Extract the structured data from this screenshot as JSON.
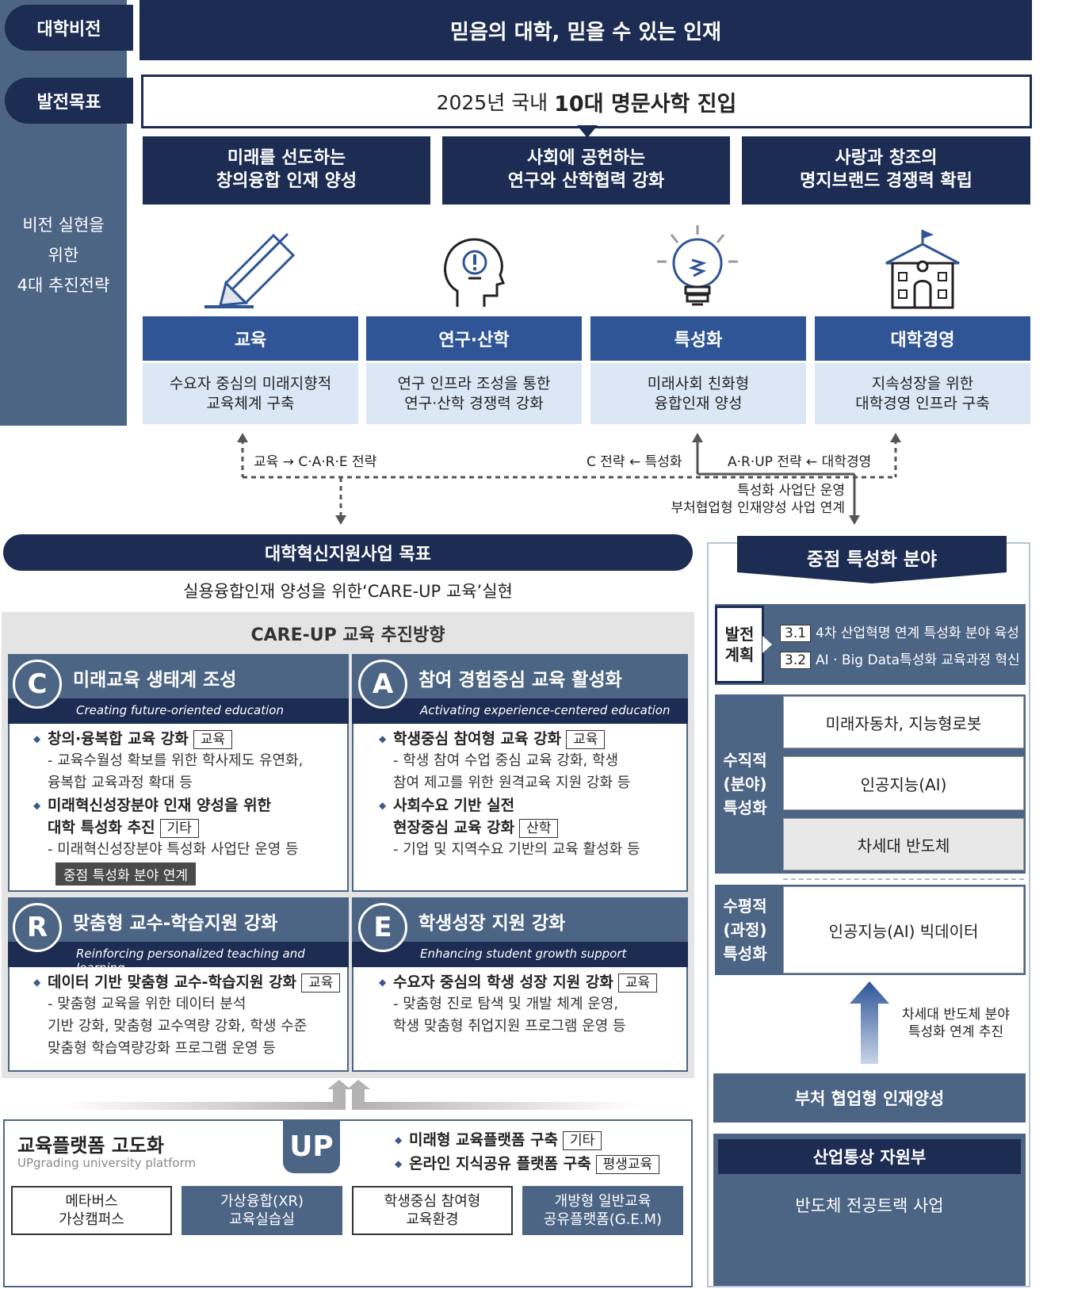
{
  "left_column": {
    "vision_label": "대학비전",
    "goal_label": "발전목표",
    "strategy_label": "비전 실현을\n위한\n4대 추진전략"
  },
  "vision": "믿음의 대학, 믿을 수 있는 인재",
  "goal": {
    "prefix": "2025년 국내 ",
    "emphasis": "10대 명문사학 진입"
  },
  "goal_pillars": [
    "미래를 선도하는\n창의융합 인재 양성",
    "사회에 공헌하는\n연구와 산학협력 강화",
    "사랑과 창조의\n명지브랜드 경쟁력 확립"
  ],
  "strategies": [
    {
      "icon": "pencil-icon",
      "title": "교육",
      "desc": "수요자 중심의 미래지향적\n교육체계 구축"
    },
    {
      "icon": "head-idea-icon",
      "title": "연구·산학",
      "desc": "연구 인프라 조성을 통한\n연구·산학 경쟁력 강화"
    },
    {
      "icon": "lightbulb-icon",
      "title": "특성화",
      "desc": "미래사회 친화형\n융합인재 양성"
    },
    {
      "icon": "university-building-icon",
      "title": "대학경영",
      "desc": "지속성장을 위한\n대학경영 인프라 구축"
    }
  ],
  "connectors": {
    "edu_to_care": "교육 → C·A·R·E 전략",
    "c_from_special": "C 전략 ← 특성화",
    "arup_from_mgmt": "A·R·UP 전략 ← 대학경영",
    "special_note": "특성화 사업단 운영\n부처협업형 인재양성 사업 연계"
  },
  "innovation": {
    "title": "대학혁신지원사업 목표",
    "subtitle": "실용융합인재 양성을 위한‘CARE-UP 교육’실현",
    "direction_title": "CARE-UP 교육 추진방향",
    "quadrants": [
      {
        "letter": "C",
        "title": "미래교육 생태계 조성",
        "en": "Creating future-oriented education",
        "items": [
          {
            "head": "창의·융복합 교육 강화",
            "tag": "교육",
            "sub": "- 교육수월성 확보를 위한 학사제도 유연화,\n  융복합 교육과정 확대 등"
          },
          {
            "head": "미래혁신성장분야 인재 양성을 위한\n대학 특성화 추진",
            "tag": "기타",
            "sub": "- 미래혁신성장분야 특성화 사업단 운영 등"
          }
        ],
        "dark_tag": "중점 특성화 분야 연계"
      },
      {
        "letter": "A",
        "title": "참여 경험중심 교육 활성화",
        "en": "Activating experience-centered education",
        "items": [
          {
            "head": "학생중심 참여형 교육 강화",
            "tag": "교육",
            "sub": "- 학생 참여 수업 중심 교육 강화, 학생\n  참여 제고를 위한 원격교육 지원 강화 등"
          },
          {
            "head": "사회수요 기반 실전\n현장중심 교육 강화",
            "tag": "산학",
            "sub": "- 기업 및 지역수요 기반의 교육 활성화 등"
          }
        ]
      },
      {
        "letter": "R",
        "title": "맞춤형 교수-학습지원 강화",
        "en": "Reinforcing personalized teaching and learning",
        "items": [
          {
            "head": "데이터 기반 맞춤형 교수-학습지원 강화",
            "tag": "교육",
            "sub": "- 맞춤형 교육을 위한 데이터 분석\n  기반 강화, 맞춤형 교수역량 강화, 학생 수준\n  맞춤형 학습역량강화 프로그램 운영 등"
          }
        ]
      },
      {
        "letter": "E",
        "title": "학생성장 지원 강화",
        "en": "Enhancing student growth support",
        "items": [
          {
            "head": "수요자 중심의 학생 성장 지원 강화",
            "tag": "교육",
            "sub": "- 맞춤형 진로 탐색 및 개발 체계 운영,\n  학생 맞춤형 취업지원 프로그램 운영 등"
          }
        ]
      }
    ]
  },
  "platform": {
    "title": "교육플랫폼 고도화",
    "en": "UPgrading university platform",
    "badge": "UP",
    "items": [
      {
        "text": "미래형 교육플랫폼 구축",
        "tag": "기타"
      },
      {
        "text": "온라인 지식공유 플랫폼 구축",
        "tag": "평생교육"
      }
    ],
    "boxes": [
      "메타버스\n가상캠퍼스",
      "가상융합(XR)\n교육실습실",
      "학생중심 참여형\n교육환경",
      "개방형 일반교육\n공유플랫폼(G.E.M)"
    ]
  },
  "focus": {
    "title": "중점 특성화 분야",
    "plan_label": "발전\n계획",
    "plans": [
      {
        "num": "3.1",
        "text": "4차 산업혁명 연계 특성화 분야 육성"
      },
      {
        "num": "3.2",
        "text": "AI · Big Data특성화 교육과정 혁신"
      }
    ],
    "vertical_label": "수직적\n(분야)\n특성화",
    "vertical_items": [
      "미래자동차, 지능형로봇",
      "인공지능(AI)",
      "차세대 반도체"
    ],
    "horizontal_label": "수평적\n(과정)\n특성화",
    "horizontal_item": "인공지능(AI) 빅데이터",
    "arrow_note": "차세대 반도체 분야\n특성화 연계 추진",
    "collab_title": "부처 협업형 인재양성",
    "ministry": "산업통상 자원부",
    "ministry_project": "반도체 전공트랙 사업"
  },
  "colors": {
    "navy": "#1c2c52",
    "slate": "#4d6585",
    "blue": "#2f5597",
    "light_blue": "#dbe7f5"
  }
}
